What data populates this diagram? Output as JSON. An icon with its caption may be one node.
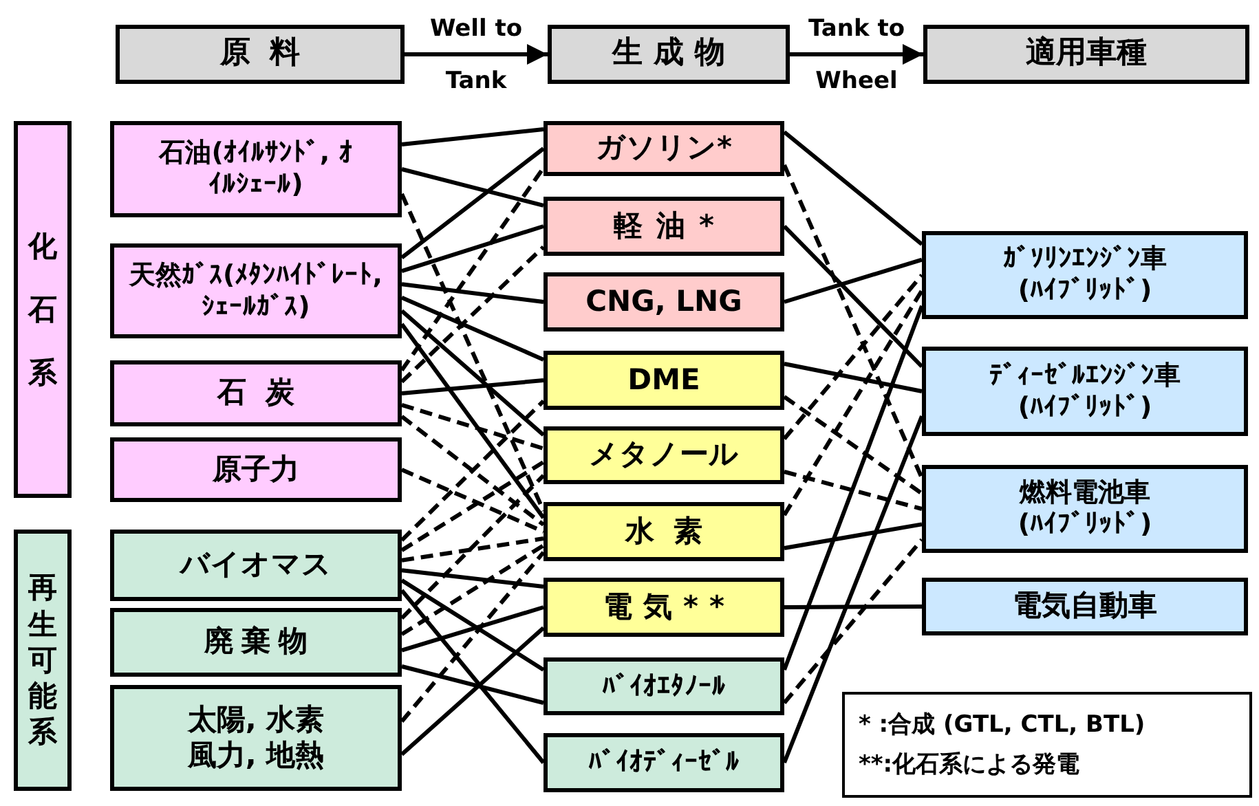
{
  "diagram": {
    "nodes": [
      {
        "text": [
          "原料"
        ]
      },
      {
        "text": [
          "生成物"
        ]
      },
      {
        "text": [
          "適用車種"
        ]
      },
      {
        "text": [
          "化石系"
        ]
      },
      {
        "text": [
          "再生可能系"
        ]
      },
      {
        "text": [
          "石油(ｵｲﾙｻﾝﾄﾞ, ｵｲﾙｼｪｰﾙ)"
        ]
      },
      {
        "text": [
          "天然ｶﾞｽ(ﾒﾀﾝﾊｲﾄﾞﾚｰﾄ, ｼｪｰﾙｶﾞｽ)"
        ]
      },
      {
        "text": [
          "石炭"
        ]
      },
      {
        "text": [
          "原子力"
        ]
      },
      {
        "text": [
          "バイオマス"
        ]
      },
      {
        "text": [
          "廃棄物"
        ]
      },
      {
        "text": [
          "太陽,  水素",
          "風力,  地熱"
        ]
      },
      {
        "text": [
          "ガソリン*"
        ]
      },
      {
        "text": [
          "軽油*"
        ]
      },
      {
        "text": [
          "CNG, LNG"
        ]
      },
      {
        "text": [
          "DME"
        ]
      },
      {
        "text": [
          "メタノール"
        ]
      },
      {
        "text": [
          "水素"
        ]
      },
      {
        "text": [
          "電気**"
        ]
      },
      {
        "text": [
          "ﾊﾞｲｵｴﾀﾉｰﾙ"
        ]
      },
      {
        "text": [
          "ﾊﾞｲｵﾃﾞｨｰｾﾞﾙ"
        ]
      },
      {
        "text": [
          "ｶﾞｿﾘﾝｴﾝｼﾞﾝ車",
          "(ﾊｲﾌﾞﾘｯﾄﾞ)"
        ]
      },
      {
        "text": [
          "ﾃﾞｨｰｾﾞﾙｴﾝｼﾞﾝ車",
          "(ﾊｲﾌﾞﾘｯﾄﾞ)"
        ]
      },
      {
        "text": [
          "燃料電池車",
          "(ﾊｲﾌﾞﾘｯﾄﾞ)"
        ]
      },
      {
        "text": [
          "電気自動車"
        ]
      },
      {
        "text": [
          "*  :合成 (GTL, CTL, BTL)",
          "**:化石系による発電"
        ]
      }
    ],
    "edges": [
      {
        "from": 0,
        "to": 1,
        "arrow": "to",
        "label": "Well to Tank"
      },
      {
        "from": 1,
        "to": 2,
        "arrow": "to",
        "label": "Tank to Wheel"
      },
      {
        "from": 5,
        "to": 12,
        "arrow": "none"
      },
      {
        "from": 5,
        "to": 13,
        "arrow": "none"
      },
      {
        "from": 5,
        "to": 17,
        "arrow": "none",
        "style": "dashed"
      },
      {
        "from": 6,
        "to": 12,
        "arrow": "none"
      },
      {
        "from": 6,
        "to": 13,
        "arrow": "none"
      },
      {
        "from": 6,
        "to": 14,
        "arrow": "none"
      },
      {
        "from": 6,
        "to": 15,
        "arrow": "none"
      },
      {
        "from": 6,
        "to": 16,
        "arrow": "none"
      },
      {
        "from": 6,
        "to": 17,
        "arrow": "none"
      },
      {
        "from": 7,
        "to": 12,
        "arrow": "none",
        "style": "dashed"
      },
      {
        "from": 7,
        "to": 13,
        "arrow": "none",
        "style": "dashed"
      },
      {
        "from": 7,
        "to": 15,
        "arrow": "none"
      },
      {
        "from": 7,
        "to": 16,
        "arrow": "none",
        "style": "dashed"
      },
      {
        "from": 7,
        "to": 17,
        "arrow": "none",
        "style": "dashed"
      },
      {
        "from": 8,
        "to": 17,
        "arrow": "none",
        "style": "dashed"
      },
      {
        "from": 9,
        "to": 15,
        "arrow": "none",
        "style": "dashed"
      },
      {
        "from": 9,
        "to": 16,
        "arrow": "none",
        "style": "dashed"
      },
      {
        "from": 9,
        "to": 17,
        "arrow": "none",
        "style": "dashed"
      },
      {
        "from": 9,
        "to": 18,
        "arrow": "none"
      },
      {
        "from": 9,
        "to": 19,
        "arrow": "none"
      },
      {
        "from": 9,
        "to": 20,
        "arrow": "none"
      },
      {
        "from": 10,
        "to": 16,
        "arrow": "none",
        "style": "dashed"
      },
      {
        "from": 10,
        "to": 17,
        "arrow": "none",
        "style": "dashed"
      },
      {
        "from": 10,
        "to": 18,
        "arrow": "none"
      },
      {
        "from": 10,
        "to": 19,
        "arrow": "none"
      },
      {
        "from": 11,
        "to": 17,
        "arrow": "none",
        "style": "dashed"
      },
      {
        "from": 11,
        "to": 18,
        "arrow": "none"
      },
      {
        "from": 12,
        "to": 21,
        "arrow": "none"
      },
      {
        "from": 12,
        "to": 23,
        "arrow": "none",
        "style": "dashed"
      },
      {
        "from": 13,
        "to": 22,
        "arrow": "none"
      },
      {
        "from": 14,
        "to": 21,
        "arrow": "none"
      },
      {
        "from": 15,
        "to": 22,
        "arrow": "none"
      },
      {
        "from": 15,
        "to": 23,
        "arrow": "none",
        "style": "dashed"
      },
      {
        "from": 16,
        "to": 21,
        "arrow": "none",
        "style": "dashed"
      },
      {
        "from": 16,
        "to": 23,
        "arrow": "none",
        "style": "dashed"
      },
      {
        "from": 17,
        "to": 21,
        "arrow": "none",
        "style": "dashed"
      },
      {
        "from": 17,
        "to": 23,
        "arrow": "none"
      },
      {
        "from": 18,
        "to": 24,
        "arrow": "none"
      },
      {
        "from": 19,
        "to": 21,
        "arrow": "none"
      },
      {
        "from": 19,
        "to": 23,
        "arrow": "none",
        "style": "dashed"
      },
      {
        "from": 20,
        "to": 22,
        "arrow": "none"
      }
    ]
  }
}
